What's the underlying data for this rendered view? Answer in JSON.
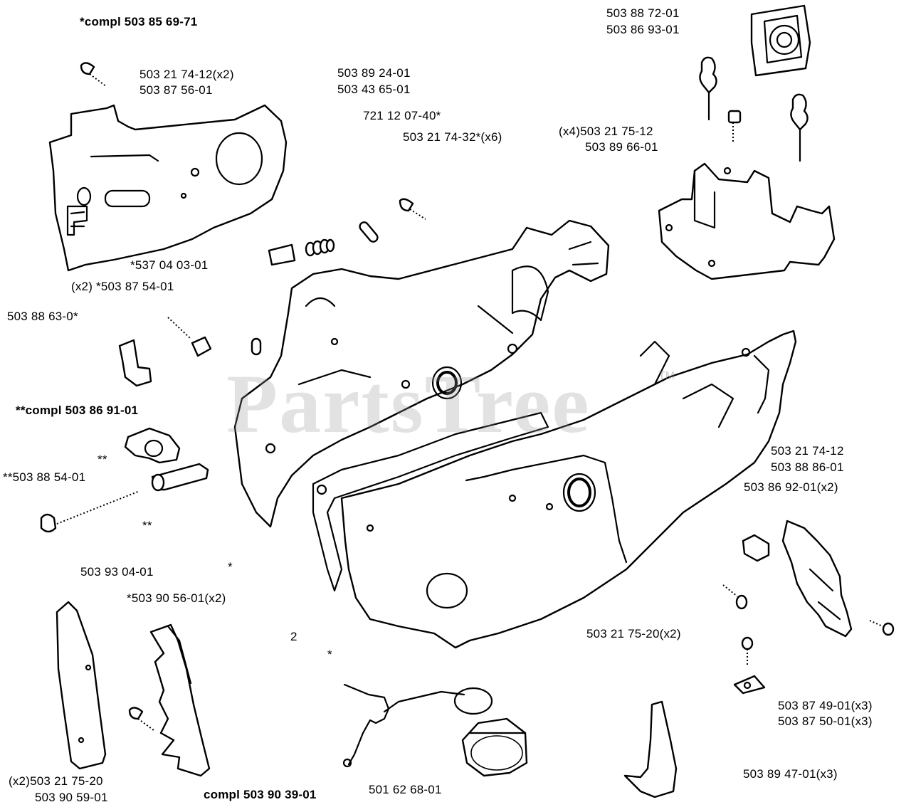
{
  "watermark": {
    "text": "PartsTree",
    "trademark": "TM"
  },
  "labels": {
    "compl_503_85_69_71": "*compl 503 85 69-71",
    "p_503_88_72_01": "503 88 72-01",
    "p_503_86_93_01": "503 86 93-01",
    "p_503_21_74_12_x2": "503 21 74-12(x2)",
    "p_503_87_56_01": "503 87 56-01",
    "p_503_89_24_01": "503 89 24-01",
    "p_503_43_65_01": "503 43 65-01",
    "p_721_12_07_40": "721 12 07-40*",
    "p_503_21_74_32_x6": "503 21 74-32*(x6)",
    "p_x4_503_21_75_12": "(x4)503 21 75-12",
    "p_503_89_66_01": "503 89 66-01",
    "p_537_04_03_01": "*537 04 03-01",
    "p_x2_503_87_54_01": "(x2) *503 87 54-01",
    "p_503_88_63_01": "503 88 63-0*",
    "compl_503_86_91_01": "**compl 503 86 91-01",
    "star2_a": "**",
    "p_503_88_54_01": "**503 88 54-01",
    "star2_b": "**",
    "p_503_21_74_12": "503 21 74-12",
    "p_503_88_86_01": "503 88 86-01",
    "p_503_86_92_01_x2": "503 86 92-01(x2)",
    "p_503_93_04_01": "503 93 04-01",
    "star1_a": "*",
    "p_503_90_56_01_x2": "*503 90 56-01(x2)",
    "num_2": "2",
    "star1_b": "*",
    "p_503_21_75_20_x2": "503 21 75-20(x2)",
    "p_503_87_49_01_x3": "503 87 49-01(x3)",
    "p_503_87_50_01_x3": "503 87 50-01(x3)",
    "p_503_89_47_01_x3": "503 89 47-01(x3)",
    "p_x2_503_21_75_20": "(x2)503 21 75-20",
    "p_503_90_59_01": "503 90 59-01",
    "compl_503_90_39_01": "compl 503 90 39-01",
    "p_501_62_68_01": "501 62 68-01"
  }
}
